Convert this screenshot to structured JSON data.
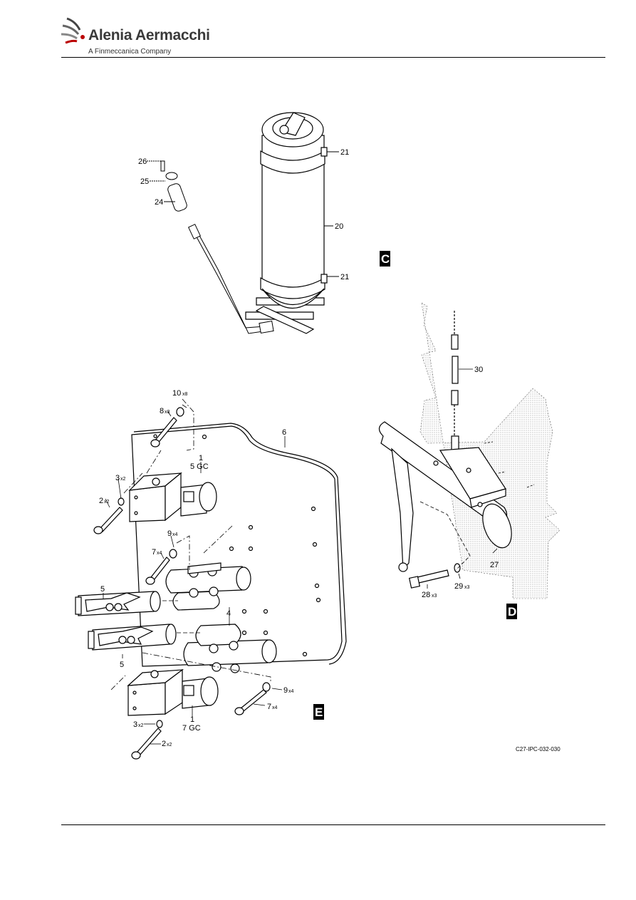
{
  "header": {
    "company": "Alenia Aermacchi",
    "subtitle": "A Finmeccanica Company",
    "logo_icon": "swoosh-logo-icon"
  },
  "views": {
    "c": "C",
    "d": "D",
    "e": "E"
  },
  "callouts": {
    "c26": "26",
    "c25": "25",
    "c24": "24",
    "c21a": "21",
    "c20": "20",
    "c21b": "21",
    "c30": "30",
    "c27": "27",
    "c28": "28",
    "c28q": "x3",
    "c29": "29",
    "c29q": "x3",
    "c10": "10",
    "c10q": "x8",
    "c8": "8",
    "c8q": "x8",
    "c6": "6",
    "c1a": "1",
    "c5gc": "5 GC",
    "c3a": "3",
    "c3aq": "x2",
    "c2a": "2",
    "c2aq": "x2",
    "c9a": "9",
    "c9aq": "x4",
    "c7a": "7",
    "c7aq": "x4",
    "c5a": "5",
    "c4": "4",
    "c5b": "5",
    "c9b": "9",
    "c9bq": "x4",
    "c7b": "7",
    "c7bq": "x4",
    "c1b": "1",
    "c7gc": "7 GC",
    "c3b": "3",
    "c3bq": "x2",
    "c2b": "2",
    "c2bq": "x2"
  },
  "figure_ref": "C27-IPC-032-030"
}
